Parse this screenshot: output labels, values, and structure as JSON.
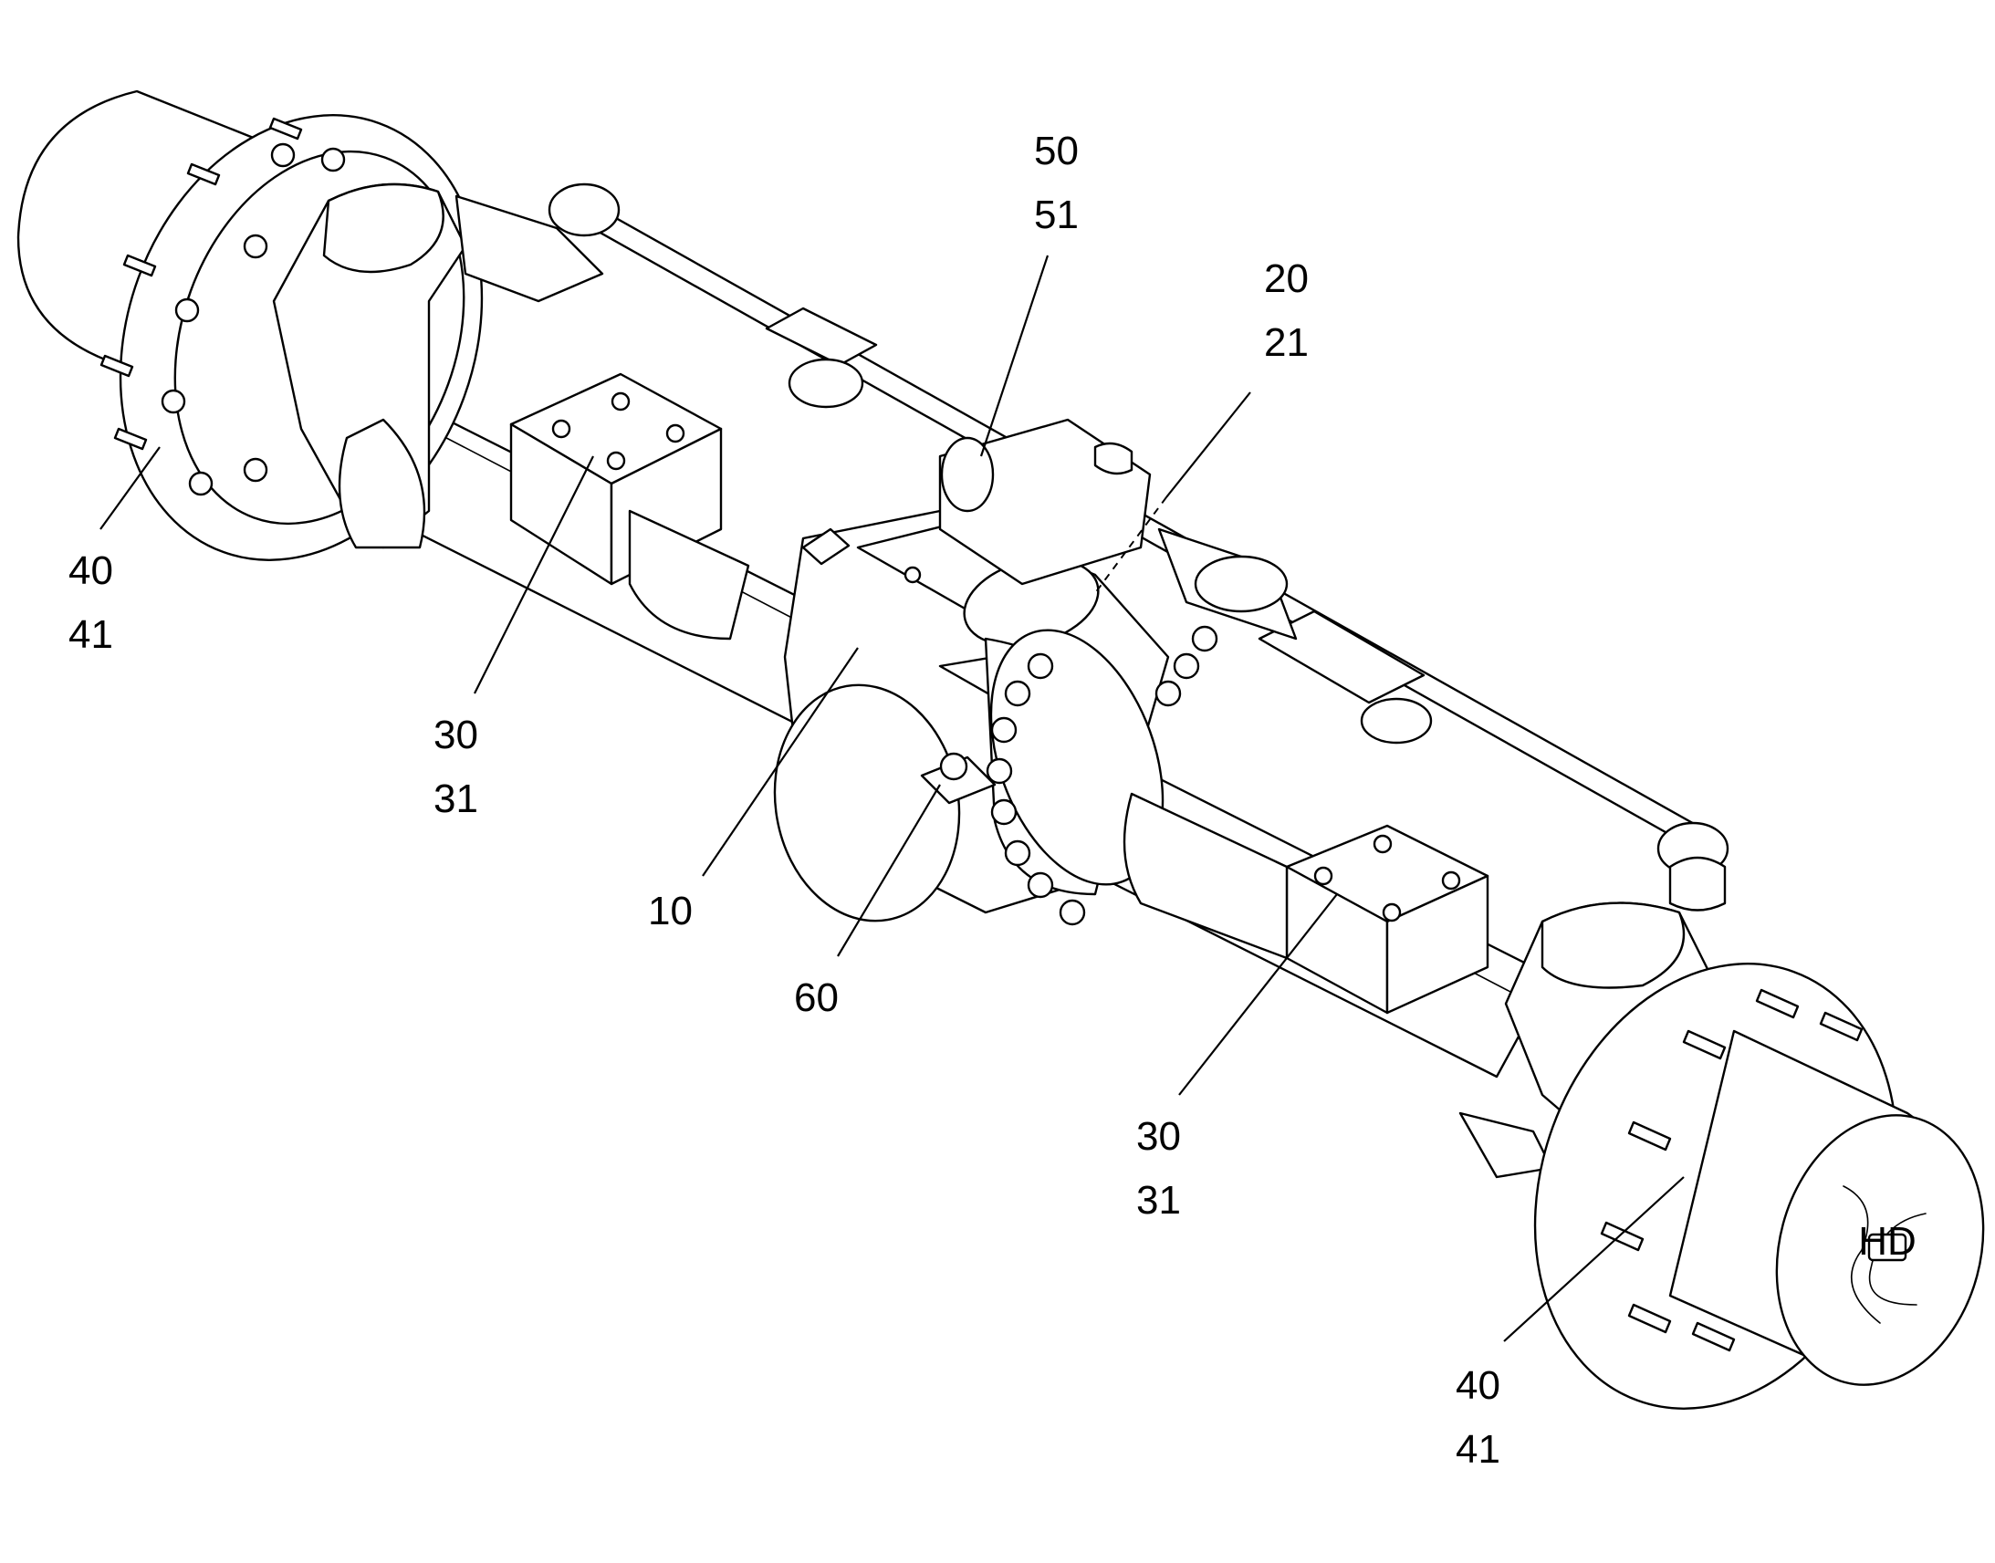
{
  "callouts": {
    "hub_left": {
      "line1": "40",
      "line2": "41"
    },
    "steer_stop": {
      "line1": "50",
      "line2": "51"
    },
    "tie_rod": {
      "line1": "20",
      "line2": "21"
    },
    "pad_left": {
      "line1": "30",
      "line2": "31"
    },
    "housing": {
      "line1": "10"
    },
    "drain_plug": {
      "line1": "60"
    },
    "pad_right": {
      "line1": "30",
      "line2": "31"
    },
    "hub_right": {
      "line1": "40",
      "line2": "41"
    }
  },
  "logo": {
    "text": "HD"
  }
}
